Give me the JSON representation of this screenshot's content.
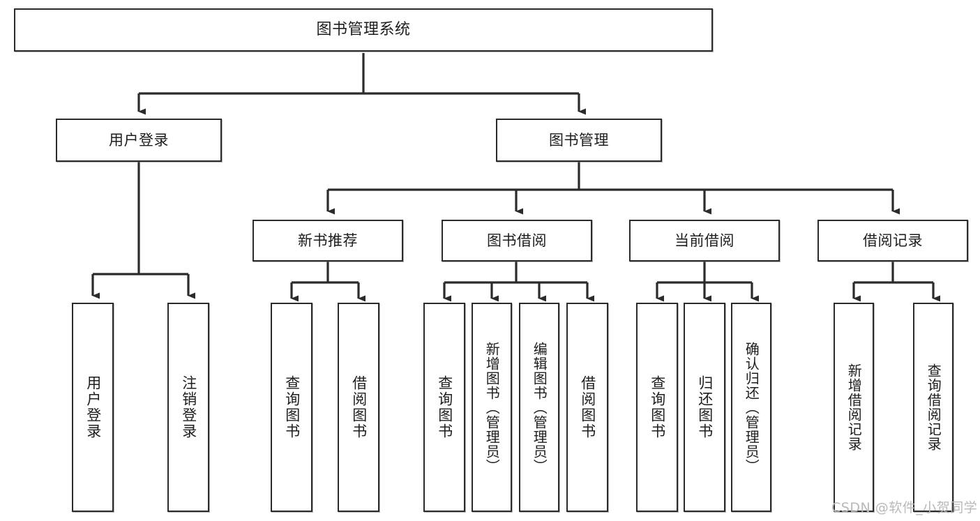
{
  "diagram": {
    "type": "tree",
    "title": "图书管理系统",
    "watermark": "CSDN @软件_小贺同学",
    "colors": {
      "box_border": "#2b2b2b",
      "box_fill": "#ffffff",
      "edge": "#2b2b2b",
      "text": "#1d1d1d",
      "watermark": "#b9b9b9",
      "background": "#ffffff"
    },
    "nodes": {
      "root": {
        "label": "图书管理系统"
      },
      "level2": [
        {
          "label": "用户登录"
        },
        {
          "label": "图书管理"
        }
      ],
      "level3": [
        {
          "label": "新书推荐"
        },
        {
          "label": "图书借阅"
        },
        {
          "label": "当前借阅"
        },
        {
          "label": "借阅记录"
        }
      ],
      "leaves": {
        "user_login": [
          {
            "label": "用户登录"
          },
          {
            "label": "注销登录"
          }
        ],
        "new_book_recommend": [
          {
            "label": "查询图书"
          },
          {
            "label": "借阅图书"
          }
        ],
        "book_borrow": [
          {
            "label": "查询图书"
          },
          {
            "label": "新增图书（管理员）"
          },
          {
            "label": "编辑图书（管理员）"
          },
          {
            "label": "借阅图书"
          }
        ],
        "current_borrow": [
          {
            "label": "查询图书"
          },
          {
            "label": "归还图书"
          },
          {
            "label": "确认归还（管理员）"
          }
        ],
        "borrow_record": [
          {
            "label": "新增借阅记录"
          },
          {
            "label": "查询借阅记录"
          }
        ]
      }
    }
  }
}
